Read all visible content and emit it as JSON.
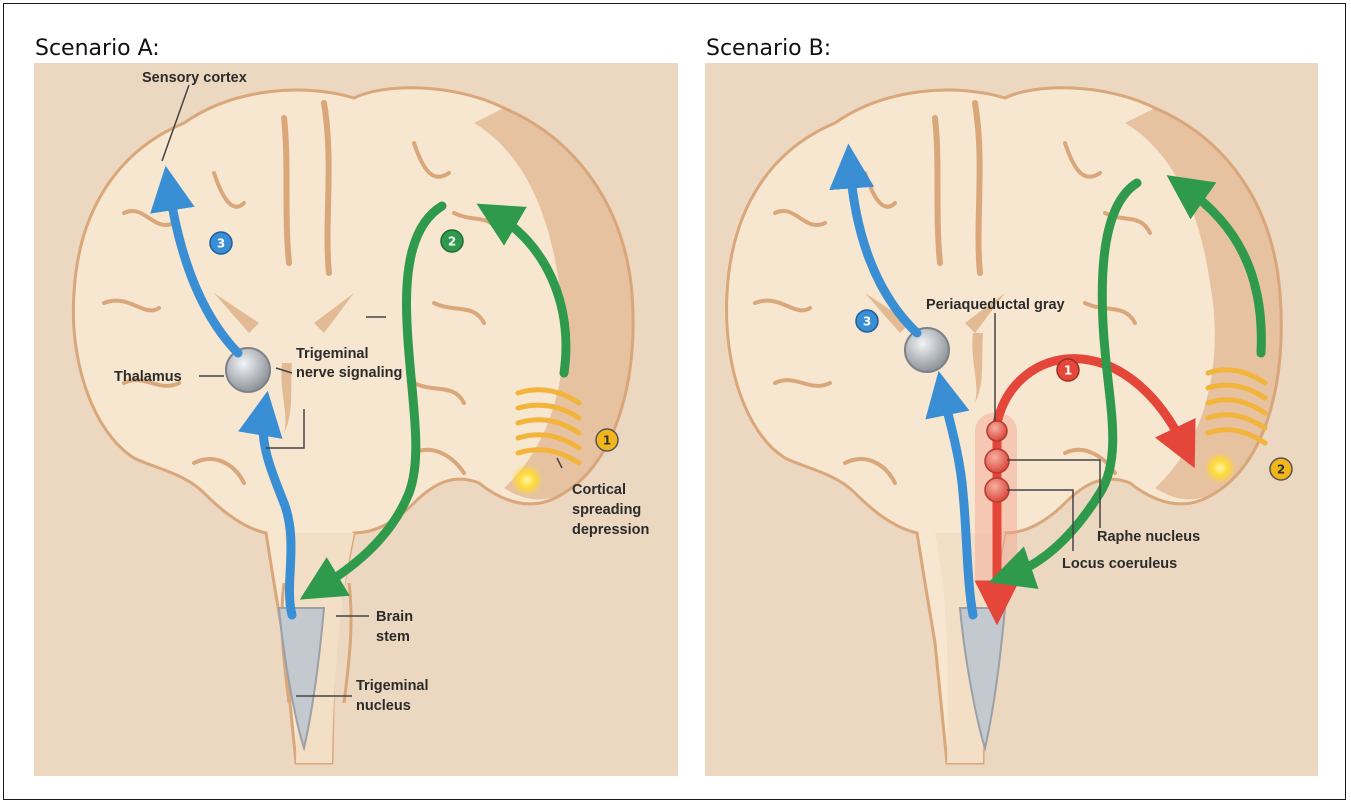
{
  "scenario_a": {
    "title": "Scenario A:",
    "labels": {
      "sensory_cortex": "Sensory cortex",
      "thalamus": "Thalamus",
      "trigeminal_signaling_1": "Trigeminal",
      "trigeminal_signaling_2": "nerve signaling",
      "csd_1": "Cortical",
      "csd_2": "spreading",
      "csd_3": "depression",
      "brain_stem_1": "Brain",
      "brain_stem_2": "stem",
      "trig_nucleus_1": "Trigeminal",
      "trig_nucleus_2": "nucleus"
    },
    "badges": {
      "one": "1",
      "two": "2",
      "three": "3"
    }
  },
  "scenario_b": {
    "title": "Scenario B:",
    "labels": {
      "pag": "Periaqueductal gray",
      "raphe": "Raphe nucleus",
      "locus": "Locus coeruleus"
    },
    "badges": {
      "one": "1",
      "two": "2",
      "three": "3"
    }
  },
  "colors": {
    "blue_arrow": "#3a8fd4",
    "green_arrow": "#2f9a4c",
    "red_arrow": "#e4473a",
    "yellow_badge": "#f2b51c",
    "panel_bg": "#ecd8c1",
    "brain_fill": "#f7e6d0",
    "brain_outline": "#d9a77a"
  }
}
